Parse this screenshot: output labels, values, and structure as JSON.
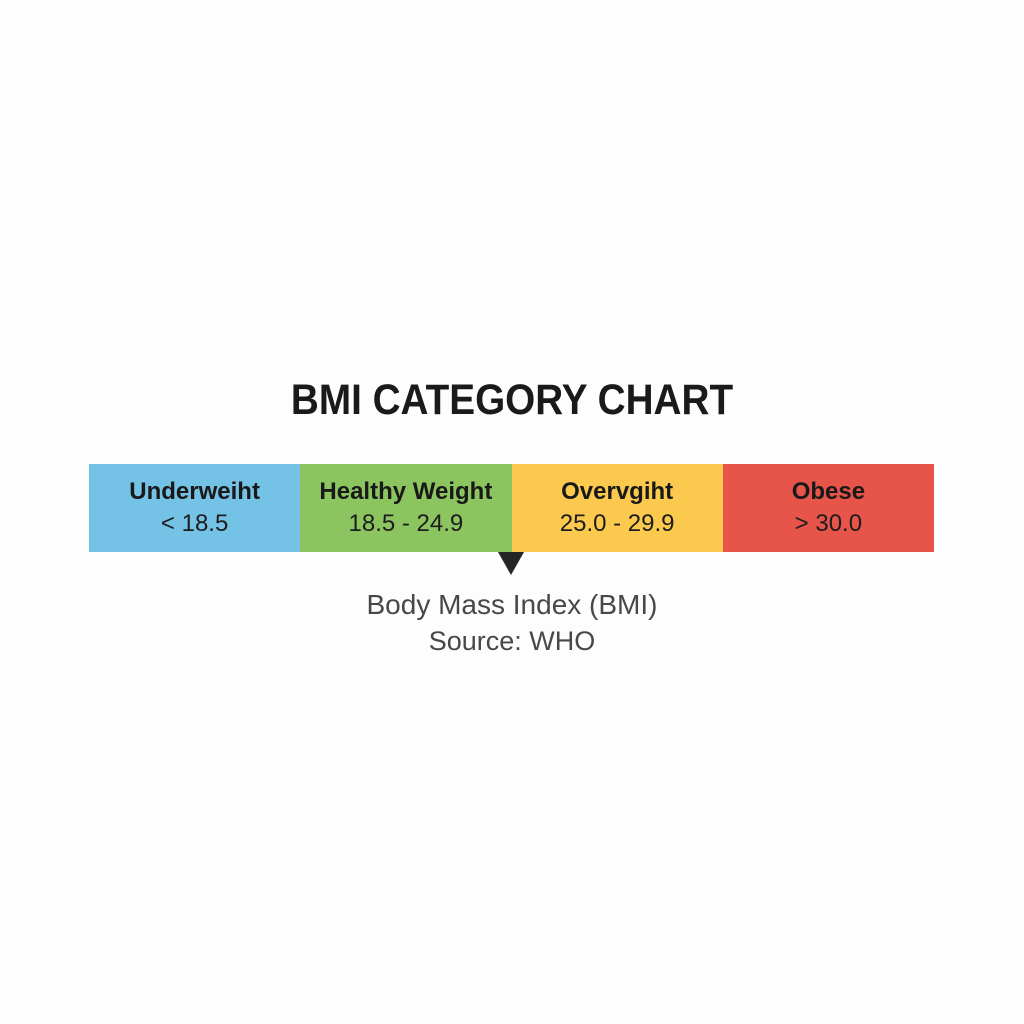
{
  "title": "BMI CATEGORY CHART",
  "segments": [
    {
      "label": "Underweiht",
      "range": "< 18.5",
      "color": "#74C2E5"
    },
    {
      "label": "Healthy Weight",
      "range": "18.5 - 24.9",
      "color": "#8CC45F"
    },
    {
      "label": "Overvgiht",
      "range": "25.0 - 29.9",
      "color": "#FBC94D"
    },
    {
      "label": "Obese",
      "range": "> 30.0",
      "color": "#E6544A"
    }
  ],
  "pointer": {
    "shape": "triangle-down",
    "color": "#252525",
    "at_boundary": "between Healthy Weight and Overvgiht"
  },
  "caption": {
    "line1": "Body Mass Index (BMI)",
    "line2": "Source: WHO"
  },
  "chart_data": {
    "type": "bar",
    "title": "BMI CATEGORY CHART",
    "categories": [
      "Underweiht",
      "Healthy Weight",
      "Overvgiht",
      "Obese"
    ],
    "ranges": [
      "< 18.5",
      "18.5 - 24.9",
      "25.0 - 29.9",
      "> 30.0"
    ],
    "boundaries": [
      18.5,
      25.0,
      30.0
    ],
    "colors": [
      "#74C2E5",
      "#8CC45F",
      "#FBC94D",
      "#E6544A"
    ],
    "segment_widths_equal": true,
    "xlabel": "Body Mass Index (BMI)",
    "source": "Source: WHO",
    "grid": false,
    "legend_position": "none"
  }
}
